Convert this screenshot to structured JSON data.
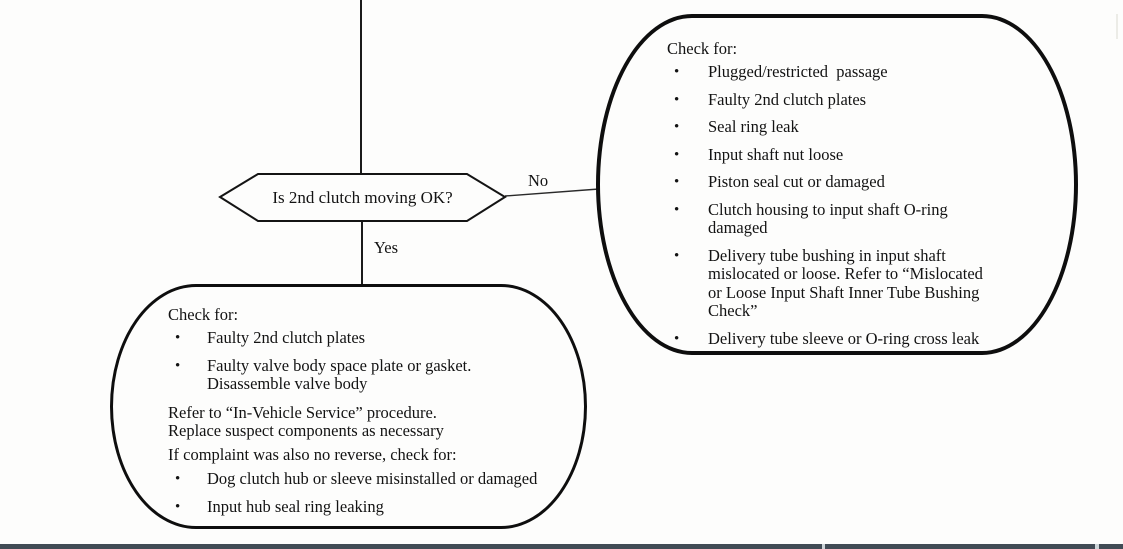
{
  "glyphs": {
    "bullet": "•"
  },
  "colors": {
    "ink": "#131313",
    "line": "#1b1b1b",
    "footer_bar": "#414b55",
    "footer_gap": "#ccd4d8"
  },
  "diagram": {
    "decision": {
      "label": "Is 2nd clutch moving OK?"
    },
    "labels": {
      "no": "No",
      "yes": "Yes"
    },
    "no_box": {
      "title": "Check for:",
      "items": [
        {
          "lines": [
            "Plugged/restricted  passage"
          ]
        },
        {
          "lines": [
            "Faulty 2nd clutch plates"
          ]
        },
        {
          "lines": [
            "Seal ring leak"
          ]
        },
        {
          "lines": [
            "Input shaft nut loose"
          ]
        },
        {
          "lines": [
            "Piston seal cut or damaged"
          ]
        },
        {
          "lines": [
            "Clutch housing to input shaft O-ring",
            "damaged"
          ]
        },
        {
          "lines": [
            "Delivery tube bushing in input shaft",
            "mislocated or loose. Refer to “Mislocated",
            "or Loose Input Shaft Inner Tube Bushing",
            "Check”"
          ]
        },
        {
          "lines": [
            "Delivery tube sleeve or O-ring cross leak"
          ]
        }
      ]
    },
    "yes_box": {
      "title": "Check for:",
      "items": [
        {
          "lines": [
            "Faulty 2nd clutch plates"
          ]
        },
        {
          "lines": [
            "Faulty valve body space plate or gasket.",
            "Disassemble valve body"
          ]
        }
      ],
      "notes": {
        "lines": [
          "Refer to “In-Vehicle Service” procedure.",
          "Replace suspect components as necessary"
        ]
      },
      "conditional_title": "If complaint was also no reverse, check for:",
      "conditional_items": [
        {
          "lines": [
            "Dog clutch hub or sleeve misinstalled or damaged"
          ]
        },
        {
          "lines": [
            "Input hub seal ring leaking"
          ]
        }
      ]
    }
  }
}
